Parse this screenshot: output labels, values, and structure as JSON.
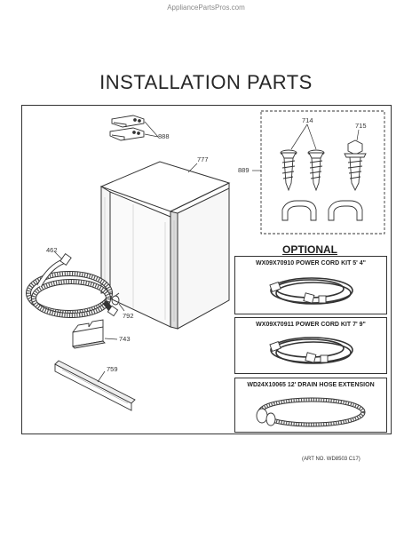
{
  "watermark": "AppliancePartsPros.com",
  "title": "INSTALLATION PARTS",
  "callouts": {
    "c888": "888",
    "c777": "777",
    "c714": "714",
    "c715": "715",
    "c889": "889",
    "c462": "462",
    "c792": "792",
    "c743": "743",
    "c759": "759"
  },
  "optional": {
    "heading": "OPTIONAL",
    "kits": [
      {
        "label": "WX09X70910 POWER CORD KIT 5' 4\""
      },
      {
        "label": "WX09X70911 POWER CORD KIT 7' 9\""
      },
      {
        "label": "WD24X10065 12' DRAIN HOSE EXTENSION"
      }
    ]
  },
  "art_number": "(ART NO. WD8503 C17)"
}
